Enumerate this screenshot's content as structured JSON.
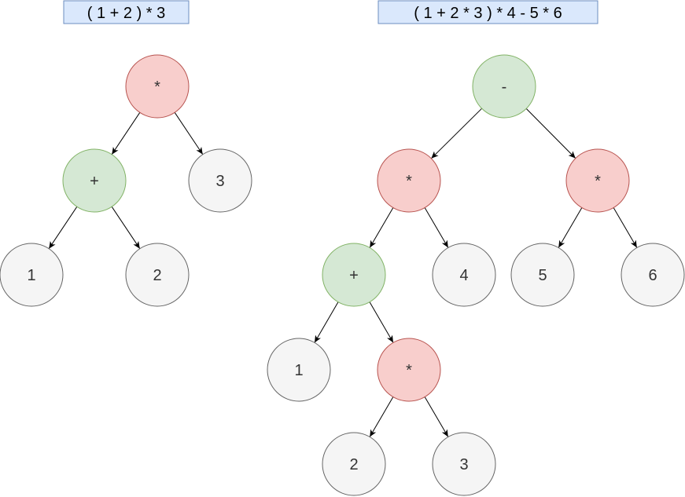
{
  "colors": {
    "operator_mul_fill": "#f8cecc",
    "operator_mul_stroke": "#b85450",
    "operator_add_fill": "#d5e8d4",
    "operator_add_stroke": "#82b366",
    "operand_fill": "#f5f5f5",
    "operand_stroke": "#666666",
    "title_fill": "#dae8fc",
    "title_stroke": "#6c8ebf",
    "edge": "#000000"
  },
  "trees": [
    {
      "id": "tree1",
      "expression": "( 1 + 2 ) * 3",
      "nodes": [
        {
          "id": "t1n1",
          "label": "*",
          "kind": "mul"
        },
        {
          "id": "t1n2",
          "label": "+",
          "kind": "add"
        },
        {
          "id": "t1n3",
          "label": "3",
          "kind": "operand"
        },
        {
          "id": "t1n4",
          "label": "1",
          "kind": "operand"
        },
        {
          "id": "t1n5",
          "label": "2",
          "kind": "operand"
        }
      ],
      "edges": [
        {
          "from": "t1n1",
          "to": "t1n2"
        },
        {
          "from": "t1n1",
          "to": "t1n3"
        },
        {
          "from": "t1n2",
          "to": "t1n4"
        },
        {
          "from": "t1n2",
          "to": "t1n5"
        }
      ]
    },
    {
      "id": "tree2",
      "expression": "( 1 + 2 * 3 ) * 4 - 5 * 6",
      "nodes": [
        {
          "id": "t2n1",
          "label": "-",
          "kind": "add"
        },
        {
          "id": "t2n2",
          "label": "*",
          "kind": "mul"
        },
        {
          "id": "t2n3",
          "label": "*",
          "kind": "mul"
        },
        {
          "id": "t2n4",
          "label": "+",
          "kind": "add"
        },
        {
          "id": "t2n5",
          "label": "4",
          "kind": "operand"
        },
        {
          "id": "t2n6",
          "label": "5",
          "kind": "operand"
        },
        {
          "id": "t2n7",
          "label": "6",
          "kind": "operand"
        },
        {
          "id": "t2n8",
          "label": "1",
          "kind": "operand"
        },
        {
          "id": "t2n9",
          "label": "*",
          "kind": "mul"
        },
        {
          "id": "t2n10",
          "label": "2",
          "kind": "operand"
        },
        {
          "id": "t2n11",
          "label": "3",
          "kind": "operand"
        }
      ],
      "edges": [
        {
          "from": "t2n1",
          "to": "t2n2"
        },
        {
          "from": "t2n1",
          "to": "t2n3"
        },
        {
          "from": "t2n2",
          "to": "t2n4"
        },
        {
          "from": "t2n2",
          "to": "t2n5"
        },
        {
          "from": "t2n3",
          "to": "t2n6"
        },
        {
          "from": "t2n3",
          "to": "t2n7"
        },
        {
          "from": "t2n4",
          "to": "t2n8"
        },
        {
          "from": "t2n4",
          "to": "t2n9"
        },
        {
          "from": "t2n9",
          "to": "t2n10"
        },
        {
          "from": "t2n9",
          "to": "t2n11"
        }
      ]
    }
  ]
}
